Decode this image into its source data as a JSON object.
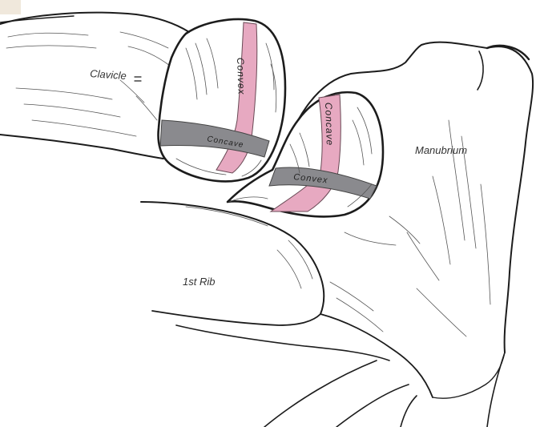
{
  "labels": {
    "clavicle": "Clavicle",
    "manubrium": "Manubrium",
    "first_rib": "1st Rib",
    "clavicle_vertical_band": "Convex",
    "clavicle_horizontal_band": "Concave",
    "manubrium_vertical_band": "Concave",
    "manubrium_horizontal_band": "Convex"
  },
  "colors": {
    "concave_convex_vertical": "#e7a9c1",
    "horizontal_band": "#8a8a8e",
    "background": "#ffffff",
    "line": "#1c1c1c"
  }
}
